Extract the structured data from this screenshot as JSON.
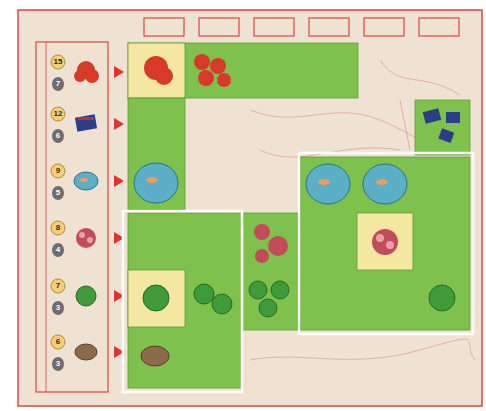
{
  "diagram": {
    "labels": [
      "15",
      "7",
      "12",
      "6",
      "9",
      "5",
      "8",
      "4",
      "7",
      "3",
      "6",
      "3"
    ]
  }
}
